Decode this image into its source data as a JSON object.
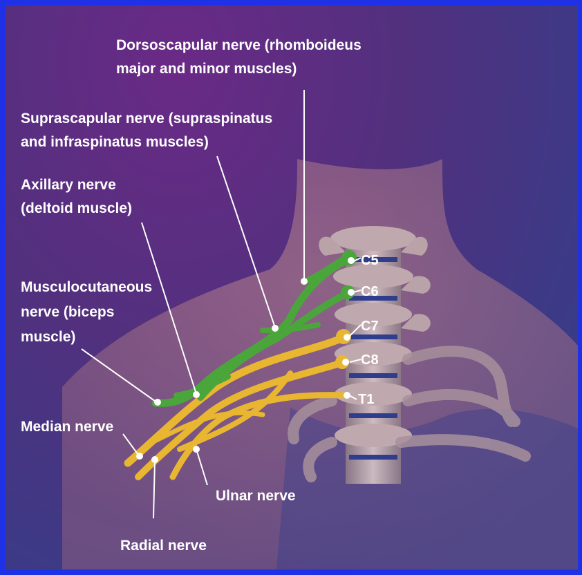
{
  "colors": {
    "frame": "#1f31e6",
    "background_top": "#6a2a86",
    "background_bottom": "#33418e",
    "skin": "#b07f86",
    "bone": "#c9b5b8",
    "motor_nerve": "#4aa63a",
    "mixed_nerve": "#e8b630",
    "label_text": "#ffffff"
  },
  "labels": {
    "dorsoscapular_line1": "Dorsoscapular nerve (rhomboideus",
    "dorsoscapular_line2": "major and minor muscles)",
    "suprascapular_line1": "Suprascapular nerve (supraspinatus",
    "suprascapular_line2": "and infraspinatus muscles)",
    "axillary_line1": "Axillary nerve",
    "axillary_line2": "(deltoid muscle)",
    "musculocutaneous_line1": "Musculocutaneous",
    "musculocutaneous_line2": "nerve (biceps",
    "musculocutaneous_line3": "muscle)",
    "median": "Median nerve",
    "ulnar": "Ulnar nerve",
    "radial": "Radial nerve"
  },
  "vertebrae": [
    "C5",
    "C6",
    "C7",
    "C8",
    "T1"
  ]
}
